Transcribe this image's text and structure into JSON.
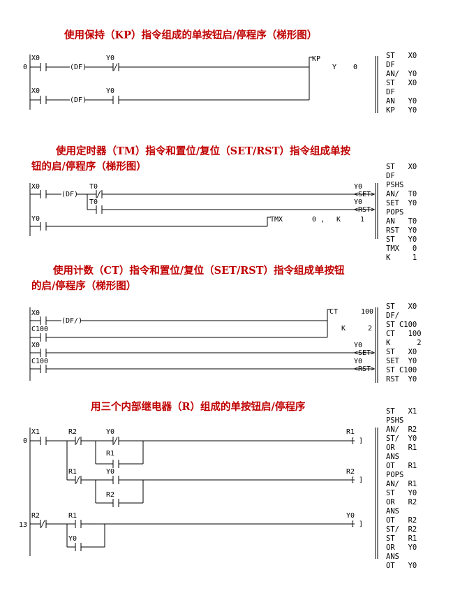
{
  "sections": [
    {
      "title_lines": [
        "使用保持（KP）指令组成的单按钮启/停程序（梯形图）"
      ],
      "step": "0",
      "contacts": [
        "X0",
        "Y0",
        "X0",
        "Y0"
      ],
      "funcs": [
        "(DF)",
        "(DF)"
      ],
      "kp_box": {
        "name": "KP",
        "output": "Y",
        "value": "0"
      },
      "program": [
        "ST   X0",
        "DF",
        "AN/  Y0",
        "ST   X0",
        "DF",
        "AN   Y0",
        "KP   Y0"
      ]
    },
    {
      "title_lines": [
        "使用定时器（TM）指令和置位/复位（SET/RST）指令组成单按",
        "钮的启/停程序（梯形图）"
      ],
      "contacts": [
        "X0",
        "T0",
        "T0",
        "Y0"
      ],
      "funcs": [
        "(DF)"
      ],
      "outputs": [
        {
          "name": "Y0",
          "coil": "<SET>"
        },
        {
          "name": "Y0",
          "coil": "<RST>"
        }
      ],
      "tmx_box": {
        "name": "TMX",
        "num": "0",
        "sep": ",",
        "k": "K",
        "kval": "1"
      },
      "program": [
        "ST   X0",
        "DF",
        "PSHS",
        "AN/  T0",
        "SET  Y0",
        "POPS",
        "AN   T0",
        "RST  Y0",
        "ST   Y0",
        "TMX   0",
        "K     1"
      ]
    },
    {
      "title_lines": [
        "使用计数（CT）指令和置位/复位（SET/RST）指令组成单按钮",
        "的启/停程序（梯形图）"
      ],
      "contacts": [
        "X0",
        "C100",
        "X0",
        "C100"
      ],
      "funcs": [
        "(DF/)"
      ],
      "ct_box": {
        "name": "CT",
        "num": "100",
        "k": "K",
        "kval": "2"
      },
      "outputs": [
        {
          "name": "Y0",
          "coil": "<SET>"
        },
        {
          "name": "Y0",
          "coil": "<RST>"
        }
      ],
      "program": [
        "ST   X0",
        "DF/",
        "ST C100",
        "CT   100",
        "K      2",
        "ST   X0",
        "SET  Y0",
        "ST C100",
        "RST  Y0"
      ]
    },
    {
      "title_lines": [
        "用三个内部继电器（R）组成的单按钮启/停程序"
      ],
      "steps": [
        "0",
        "13"
      ],
      "contacts": [
        "X1",
        "R2",
        "Y0",
        "R1",
        "R1",
        "Y0",
        "R2",
        "R2",
        "R1",
        "Y0"
      ],
      "outputs": [
        {
          "name": "R1",
          "coil": "[ ]"
        },
        {
          "name": "R2",
          "coil": "[ ]"
        },
        {
          "name": "Y0",
          "coil": "[ ]"
        }
      ],
      "program": [
        "ST   X1",
        "PSHS",
        "AN/  R2",
        "ST/  Y0",
        "OR   R1",
        "ANS",
        "OT   R1",
        "POPS",
        "AN/  R1",
        "ST   Y0",
        "OR   R2",
        "ANS",
        "OT   R2",
        "ST/  R2",
        "ST   R1",
        "OR   Y0",
        "ANS",
        "OT   Y0"
      ]
    }
  ]
}
